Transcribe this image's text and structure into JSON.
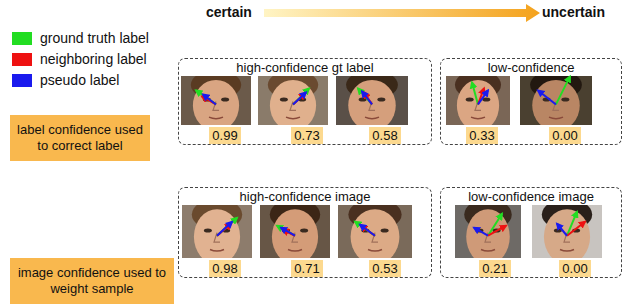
{
  "diagram": {
    "nodes": [
      {
        "text": [
          "high-confidence gt label"
        ]
      },
      {
        "text": [
          "0.99"
        ],
        "in": 0
      },
      {
        "text": [
          "0.73"
        ],
        "in": 0
      },
      {
        "text": [
          "0.58"
        ],
        "in": 0
      },
      {
        "text": [
          "low-confidence"
        ]
      },
      {
        "text": [
          "0.33"
        ],
        "in": 4
      },
      {
        "text": [
          "0.00"
        ],
        "in": 4
      },
      {
        "text": [
          "label confidence used to correct label"
        ]
      },
      {
        "text": [
          "high-confidence image"
        ]
      },
      {
        "text": [
          "0.98"
        ],
        "in": 8
      },
      {
        "text": [
          "0.71"
        ],
        "in": 8
      },
      {
        "text": [
          "0.53"
        ],
        "in": 8
      },
      {
        "text": [
          "low-confidence image"
        ]
      },
      {
        "text": [
          "0.21"
        ],
        "in": 12
      },
      {
        "text": [
          "0.00"
        ],
        "in": 12
      },
      {
        "text": [
          "image confidence used to weight sample"
        ]
      }
    ],
    "labels": [
      "certain",
      "uncertain"
    ],
    "legend": [
      {
        "text": "ground truth label",
        "color": "#22dd22"
      },
      {
        "text": "neighboring label",
        "color": "#ee1111"
      },
      {
        "text": "pseudo label",
        "color": "#1a1aee"
      }
    ]
  }
}
